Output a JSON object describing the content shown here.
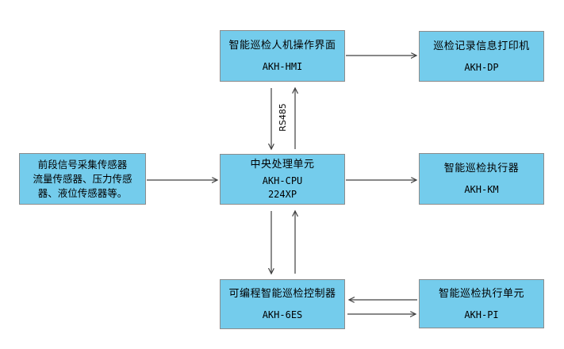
{
  "diagram": {
    "background_color": "#ffffff",
    "node_fill_color": "#74ccec",
    "node_border_color": "#8c8c8c",
    "arrow_color": "#404040",
    "bus_label": "RS485",
    "nodes": {
      "sensor": {
        "lines": [
          "前段信号采集传感器",
          "流量传感器、压力传感",
          "器、液位传感器等。"
        ]
      },
      "hmi": {
        "title": "智能巡检人机操作界面",
        "model": "AKH-HMI"
      },
      "printer": {
        "title": "巡检记录信息打印机",
        "model": "AKH-DP"
      },
      "cpu": {
        "title": "中央处理单元",
        "model": "AKH-CPU",
        "model2": "224XP"
      },
      "actuator": {
        "title": "智能巡检执行器",
        "model": "AKH-KM"
      },
      "plc": {
        "title": "可编程智能巡检控制器",
        "model": "AKH-6ES"
      },
      "exec_unit": {
        "title": "智能巡检执行单元",
        "model": "AKH-PI"
      }
    },
    "connections": [
      "sensor → cpu",
      "cpu → actuator",
      "hmi → printer",
      "hmi ↓ cpu (RS485)",
      "cpu ↑ hmi (RS485)",
      "cpu ↓ plc",
      "plc ↑ cpu",
      "exec_unit → plc",
      "plc → exec_unit"
    ]
  }
}
